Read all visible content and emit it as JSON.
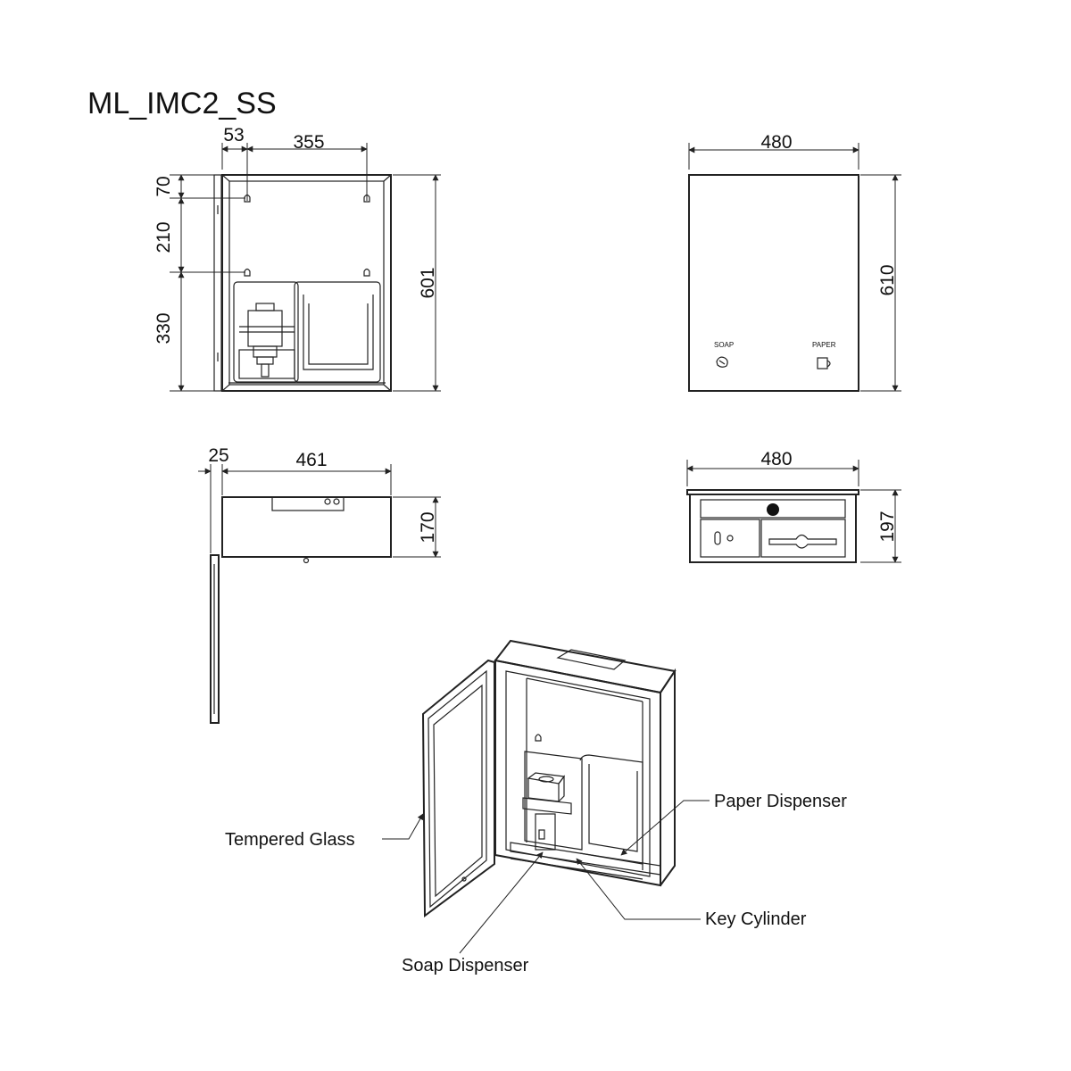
{
  "title": "ML_IMC2_SS",
  "front_open_view": {
    "dims": {
      "offset": "53",
      "width": "355",
      "top": "70",
      "mid": "210",
      "bottom": "330",
      "height": "601"
    }
  },
  "front_closed_view": {
    "dims": {
      "width": "480",
      "height": "610"
    },
    "labels": {
      "soap": "SOAP",
      "paper": "PAPER"
    }
  },
  "top_view": {
    "dims": {
      "door": "25",
      "depth": "461",
      "height": "170"
    }
  },
  "bottom_view": {
    "dims": {
      "width": "480",
      "depth": "197"
    }
  },
  "callouts": {
    "tempered_glass": "Tempered Glass",
    "paper_dispenser": "Paper Dispenser",
    "key_cylinder": "Key Cylinder",
    "soap_dispenser": "Soap Dispenser"
  }
}
